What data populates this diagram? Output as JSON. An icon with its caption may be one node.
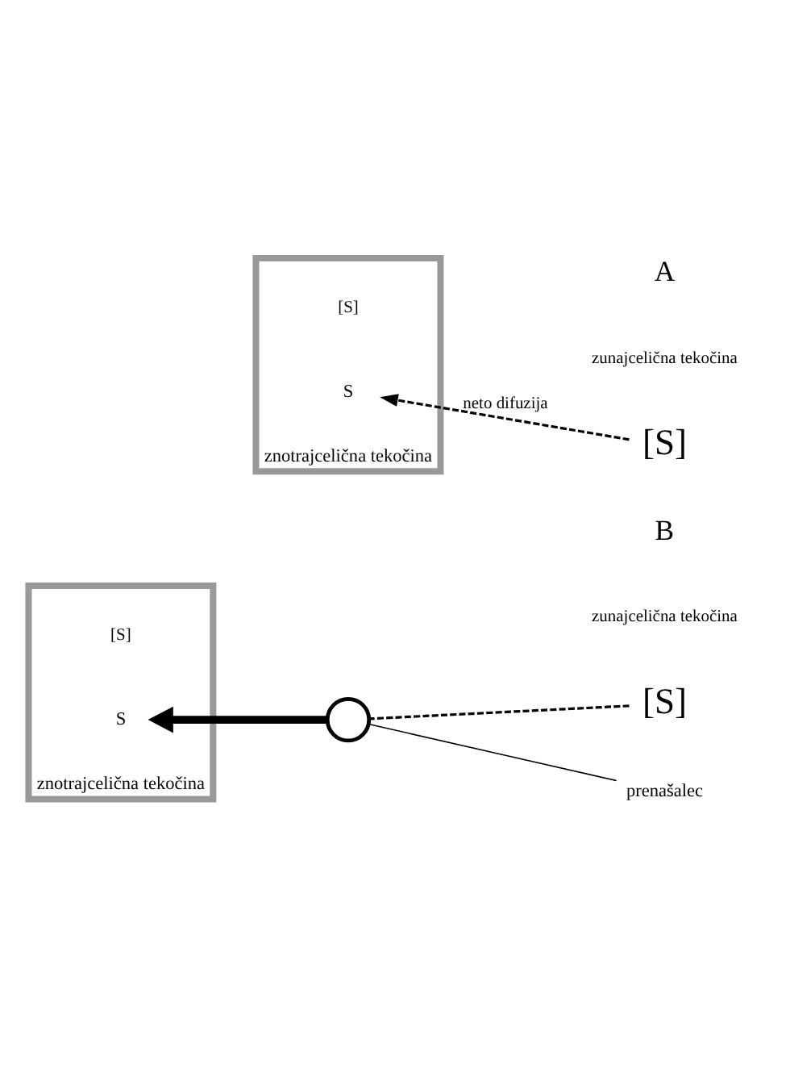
{
  "diagram": {
    "nodes": [
      {
        "text": [
          "znotrajcelična tekočina"
        ]
      },
      {
        "text": [
          "S"
        ],
        "in": 0
      },
      {
        "text": [
          "[S]"
        ]
      },
      {
        "text": [
          "znotrajcelična tekočina"
        ]
      },
      {
        "text": [
          "S"
        ],
        "in": 3
      },
      {
        "text": [
          "[S]"
        ]
      },
      {
        "text": [],
        "shape": "circle"
      },
      {
        "text": [
          "prenašalec"
        ]
      }
    ],
    "edges": [
      {
        "from": 2,
        "to": 1,
        "arrow": "to",
        "style": "dashed",
        "label": "neto difuzija"
      },
      {
        "from": 5,
        "to": 6,
        "arrow": "none",
        "style": "dashed"
      },
      {
        "from": 6,
        "to": 4,
        "arrow": "to",
        "style": "thick"
      },
      {
        "from": 7,
        "to": 6,
        "arrow": "none"
      }
    ],
    "labels": [
      "A",
      "[S]",
      "zunajcelična tekočina",
      "B",
      "[S]",
      "zunajcelična tekočina"
    ]
  }
}
